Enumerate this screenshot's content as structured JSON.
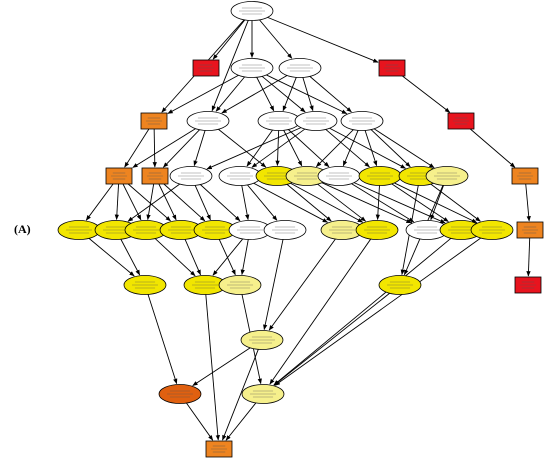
{
  "figure": {
    "panel_label": "(A)"
  },
  "legend_note": "",
  "colors": {
    "white": "#ffffff",
    "light_yellow": "#f6f08c",
    "yellow": "#f2e600",
    "orange": "#ee8420",
    "deep_orange": "#e06010",
    "red": "#e8141e",
    "edge": "#000000"
  },
  "nodes": [
    {
      "id": "n1",
      "shape": "ellipse",
      "fill": "white"
    },
    {
      "id": "n2",
      "shape": "rect",
      "fill": "red"
    },
    {
      "id": "n3",
      "shape": "ellipse",
      "fill": "white"
    },
    {
      "id": "n4",
      "shape": "ellipse",
      "fill": "white"
    },
    {
      "id": "n5",
      "shape": "rect",
      "fill": "red"
    },
    {
      "id": "n6",
      "shape": "rect",
      "fill": "orange"
    },
    {
      "id": "n7",
      "shape": "ellipse",
      "fill": "white"
    },
    {
      "id": "n8",
      "shape": "ellipse",
      "fill": "white"
    },
    {
      "id": "n9",
      "shape": "ellipse",
      "fill": "white"
    },
    {
      "id": "n10",
      "shape": "ellipse",
      "fill": "white"
    },
    {
      "id": "n11",
      "shape": "rect",
      "fill": "red"
    },
    {
      "id": "n12",
      "shape": "rect",
      "fill": "orange"
    },
    {
      "id": "n13",
      "shape": "rect",
      "fill": "orange"
    },
    {
      "id": "n14",
      "shape": "ellipse",
      "fill": "white"
    },
    {
      "id": "n15",
      "shape": "ellipse",
      "fill": "white"
    },
    {
      "id": "n16",
      "shape": "ellipse",
      "fill": "yellow"
    },
    {
      "id": "n17",
      "shape": "ellipse",
      "fill": "light_yellow"
    },
    {
      "id": "n18",
      "shape": "ellipse",
      "fill": "white"
    },
    {
      "id": "n19",
      "shape": "ellipse",
      "fill": "yellow"
    },
    {
      "id": "n20",
      "shape": "ellipse",
      "fill": "yellow"
    },
    {
      "id": "n21",
      "shape": "ellipse",
      "fill": "light_yellow"
    },
    {
      "id": "n22",
      "shape": "rect",
      "fill": "orange"
    },
    {
      "id": "n23",
      "shape": "ellipse",
      "fill": "yellow"
    },
    {
      "id": "n24",
      "shape": "ellipse",
      "fill": "yellow"
    },
    {
      "id": "n25",
      "shape": "ellipse",
      "fill": "yellow"
    },
    {
      "id": "n26",
      "shape": "ellipse",
      "fill": "yellow"
    },
    {
      "id": "n27",
      "shape": "ellipse",
      "fill": "yellow"
    },
    {
      "id": "n28",
      "shape": "ellipse",
      "fill": "white"
    },
    {
      "id": "n29",
      "shape": "ellipse",
      "fill": "white"
    },
    {
      "id": "n30",
      "shape": "ellipse",
      "fill": "light_yellow"
    },
    {
      "id": "n31",
      "shape": "ellipse",
      "fill": "yellow"
    },
    {
      "id": "n32",
      "shape": "ellipse",
      "fill": "white"
    },
    {
      "id": "n33",
      "shape": "ellipse",
      "fill": "yellow"
    },
    {
      "id": "n34",
      "shape": "ellipse",
      "fill": "yellow"
    },
    {
      "id": "n35",
      "shape": "rect",
      "fill": "orange"
    },
    {
      "id": "n36",
      "shape": "ellipse",
      "fill": "yellow"
    },
    {
      "id": "n37",
      "shape": "ellipse",
      "fill": "yellow"
    },
    {
      "id": "n38",
      "shape": "ellipse",
      "fill": "yellow"
    },
    {
      "id": "n39",
      "shape": "ellipse",
      "fill": "light_yellow"
    },
    {
      "id": "n40",
      "shape": "rect",
      "fill": "red"
    },
    {
      "id": "n41",
      "shape": "ellipse",
      "fill": "light_yellow"
    },
    {
      "id": "n42",
      "shape": "ellipse",
      "fill": "deep_orange"
    },
    {
      "id": "n43",
      "shape": "ellipse",
      "fill": "light_yellow"
    },
    {
      "id": "n44",
      "shape": "rect",
      "fill": "orange"
    }
  ],
  "edges": [
    [
      "n1",
      "n3"
    ],
    [
      "n1",
      "n4"
    ],
    [
      "n1",
      "n6"
    ],
    [
      "n1",
      "n5"
    ],
    [
      "n1",
      "n7"
    ],
    [
      "n1",
      "n2"
    ],
    [
      "n5",
      "n11"
    ],
    [
      "n11",
      "n22"
    ],
    [
      "n22",
      "n35"
    ],
    [
      "n35",
      "n40"
    ],
    [
      "n3",
      "n6"
    ],
    [
      "n3",
      "n7"
    ],
    [
      "n3",
      "n8"
    ],
    [
      "n3",
      "n9"
    ],
    [
      "n3",
      "n10"
    ],
    [
      "n4",
      "n8"
    ],
    [
      "n4",
      "n9"
    ],
    [
      "n4",
      "n10"
    ],
    [
      "n4",
      "n7"
    ],
    [
      "n6",
      "n12"
    ],
    [
      "n6",
      "n13"
    ],
    [
      "n7",
      "n12"
    ],
    [
      "n7",
      "n13"
    ],
    [
      "n7",
      "n14"
    ],
    [
      "n7",
      "n16"
    ],
    [
      "n8",
      "n15"
    ],
    [
      "n8",
      "n17"
    ],
    [
      "n8",
      "n18"
    ],
    [
      "n8",
      "n16"
    ],
    [
      "n9",
      "n15"
    ],
    [
      "n9",
      "n19"
    ],
    [
      "n9",
      "n20"
    ],
    [
      "n9",
      "n14"
    ],
    [
      "n10",
      "n17"
    ],
    [
      "n10",
      "n19"
    ],
    [
      "n10",
      "n20"
    ],
    [
      "n10",
      "n21"
    ],
    [
      "n10",
      "n18"
    ],
    [
      "n12",
      "n23"
    ],
    [
      "n12",
      "n24"
    ],
    [
      "n12",
      "n25"
    ],
    [
      "n12",
      "n26"
    ],
    [
      "n13",
      "n25"
    ],
    [
      "n13",
      "n26"
    ],
    [
      "n13",
      "n27"
    ],
    [
      "n14",
      "n27"
    ],
    [
      "n14",
      "n28"
    ],
    [
      "n14",
      "n24"
    ],
    [
      "n15",
      "n28"
    ],
    [
      "n15",
      "n29"
    ],
    [
      "n15",
      "n30"
    ],
    [
      "n16",
      "n31"
    ],
    [
      "n16",
      "n30"
    ],
    [
      "n17",
      "n31"
    ],
    [
      "n17",
      "n32"
    ],
    [
      "n18",
      "n32"
    ],
    [
      "n18",
      "n33"
    ],
    [
      "n19",
      "n33"
    ],
    [
      "n19",
      "n34"
    ],
    [
      "n19",
      "n31"
    ],
    [
      "n20",
      "n34"
    ],
    [
      "n20",
      "n36"
    ],
    [
      "n21",
      "n36"
    ],
    [
      "n21",
      "n32"
    ],
    [
      "n23",
      "n37"
    ],
    [
      "n24",
      "n37"
    ],
    [
      "n25",
      "n38"
    ],
    [
      "n26",
      "n38"
    ],
    [
      "n27",
      "n39"
    ],
    [
      "n28",
      "n39"
    ],
    [
      "n28",
      "n38"
    ],
    [
      "n29",
      "n41"
    ],
    [
      "n30",
      "n41"
    ],
    [
      "n31",
      "n43"
    ],
    [
      "n33",
      "n43"
    ],
    [
      "n34",
      "n43"
    ],
    [
      "n36",
      "n43"
    ],
    [
      "n37",
      "n42"
    ],
    [
      "n38",
      "n44"
    ],
    [
      "n39",
      "n43"
    ],
    [
      "n41",
      "n42"
    ],
    [
      "n41",
      "n44"
    ],
    [
      "n42",
      "n44"
    ],
    [
      "n43",
      "n44"
    ]
  ]
}
